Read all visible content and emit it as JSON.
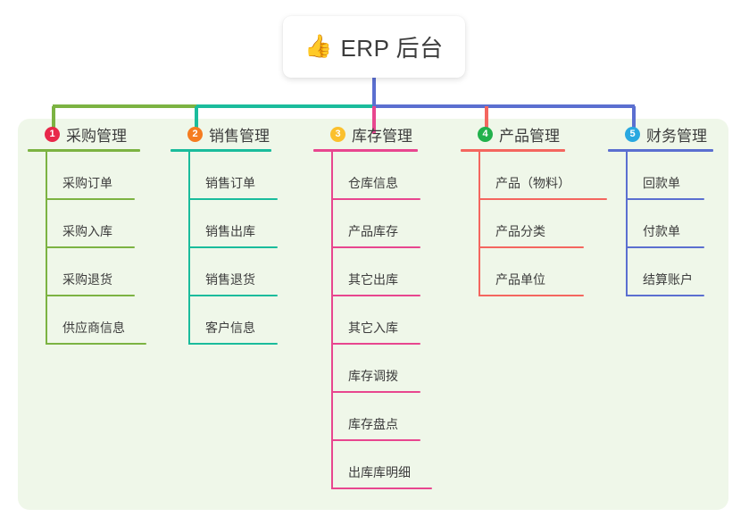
{
  "root": {
    "icon": "thumbs-up-icon",
    "icon_glyph": "👍",
    "label": "ERP 后台"
  },
  "palette": {
    "panel_background": "#eff7e9",
    "page_background": "#ffffff",
    "text": "#3c3c3c",
    "branch1_line": "#7cb342",
    "branch2_line": "#1abc9c",
    "branch3_line": "#e8468f",
    "branch4_line": "#f4665f",
    "branch5_line": "#5b6fd0",
    "trunk_line": "#5b6fd0",
    "badge1": "#e8284a",
    "badge2": "#f57c20",
    "badge3": "#fbc02d",
    "badge4": "#22b14c",
    "badge5": "#29a8e0"
  },
  "branches": [
    {
      "number": "1",
      "title": "采购管理",
      "badge_color": "#e8284a",
      "line_color": "#7cb342",
      "items": [
        {
          "label": "采购订单"
        },
        {
          "label": "采购入库"
        },
        {
          "label": "采购退货"
        },
        {
          "label": "供应商信息"
        }
      ]
    },
    {
      "number": "2",
      "title": "销售管理",
      "badge_color": "#f57c20",
      "line_color": "#1abc9c",
      "items": [
        {
          "label": "销售订单"
        },
        {
          "label": "销售出库"
        },
        {
          "label": "销售退货"
        },
        {
          "label": "客户信息"
        }
      ]
    },
    {
      "number": "3",
      "title": "库存管理",
      "badge_color": "#fbc02d",
      "line_color": "#e8468f",
      "items": [
        {
          "label": "仓库信息"
        },
        {
          "label": "产品库存"
        },
        {
          "label": "其它出库"
        },
        {
          "label": "其它入库"
        },
        {
          "label": "库存调拨"
        },
        {
          "label": "库存盘点"
        },
        {
          "label": "出库库明细"
        }
      ]
    },
    {
      "number": "4",
      "title": "产品管理",
      "badge_color": "#22b14c",
      "line_color": "#f4665f",
      "items": [
        {
          "label": "产品（物料）"
        },
        {
          "label": "产品分类"
        },
        {
          "label": "产品单位"
        }
      ]
    },
    {
      "number": "5",
      "title": "财务管理",
      "badge_color": "#29a8e0",
      "line_color": "#5b6fd0",
      "items": [
        {
          "label": "回款单"
        },
        {
          "label": "付款单"
        },
        {
          "label": "结算账户"
        }
      ]
    }
  ],
  "layout": {
    "branch_x": [
      10,
      170,
      330,
      495,
      660
    ],
    "head_rule_width": [
      126,
      113,
      117,
      117,
      118
    ],
    "item_rule_width": [
      100,
      100,
      100,
      118,
      88
    ]
  }
}
